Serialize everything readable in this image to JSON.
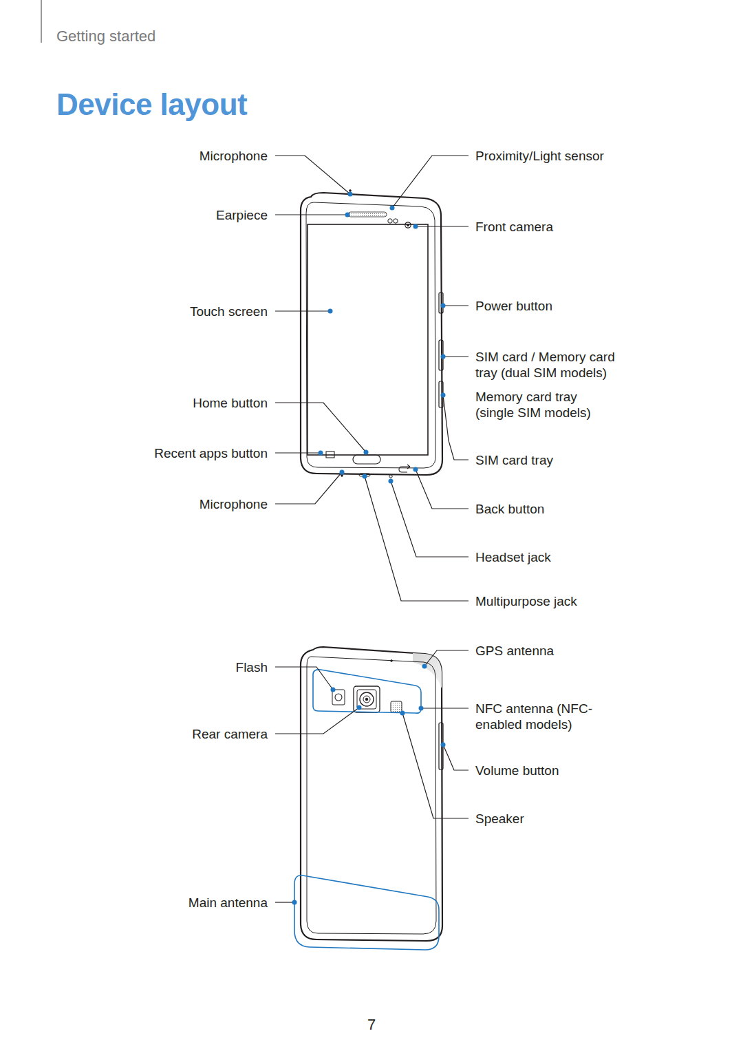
{
  "diagram": {
    "title": "Device layout",
    "labels": [
      "Getting started",
      "Microphone",
      "Proximity/Light sensor",
      "Earpiece",
      "Front camera",
      "Touch screen",
      "Power button",
      "SIM card / Memory card tray (dual SIM models)",
      "Memory card tray (single SIM models)",
      "Home button",
      "Recent apps button",
      "SIM card tray",
      "Microphone",
      "Back button",
      "Headset jack",
      "Multipurpose jack",
      "GPS antenna",
      "Flash",
      "NFC antenna (NFC-enabled models)",
      "Rear camera",
      "Volume button",
      "Speaker",
      "Main antenna",
      "7"
    ]
  }
}
